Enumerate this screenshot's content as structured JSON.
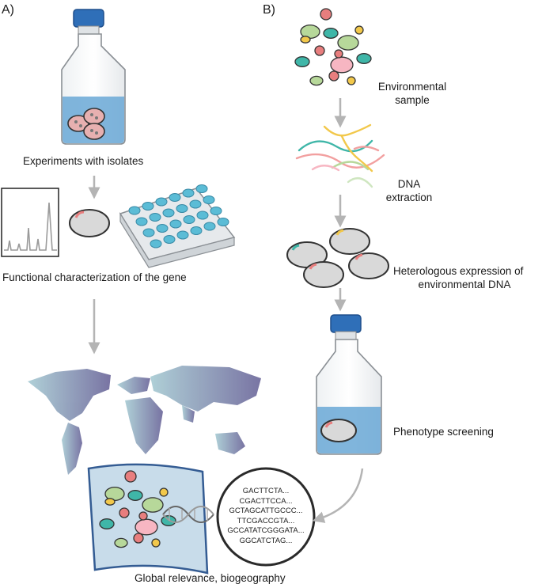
{
  "panels": {
    "a": "A)",
    "b": "B)"
  },
  "labels": {
    "isolates": "Experiments with isolates",
    "functional": "Functional characterization of the gene",
    "global": "Global relevance, biogeography",
    "env_sample_1": "Environmental",
    "env_sample_2": "sample",
    "dna_1": "DNA",
    "dna_2": "extraction",
    "hetero_1": "Heterologous expression of",
    "hetero_2": "environmental DNA",
    "phenotype": "Phenotype screening"
  },
  "sequences": [
    "GACTTCTA...",
    "CGACTTCCA...",
    "GCTAGCATTGCCC...",
    "TTCGACCGTA...",
    "GCCATATCGGGATA...",
    "GGCATCTAG..."
  ],
  "colors": {
    "flask_cap": "#2f6fb8",
    "medium": "#6aa8d6",
    "arrow": "#b4b4b4",
    "map_left": "#9fc3cd",
    "map_right": "#6d6a9c",
    "cell_fill": "#d9d9d9",
    "cell_outline": "#333333",
    "insert": "#e87e7e",
    "well": "#5bbcd6"
  }
}
